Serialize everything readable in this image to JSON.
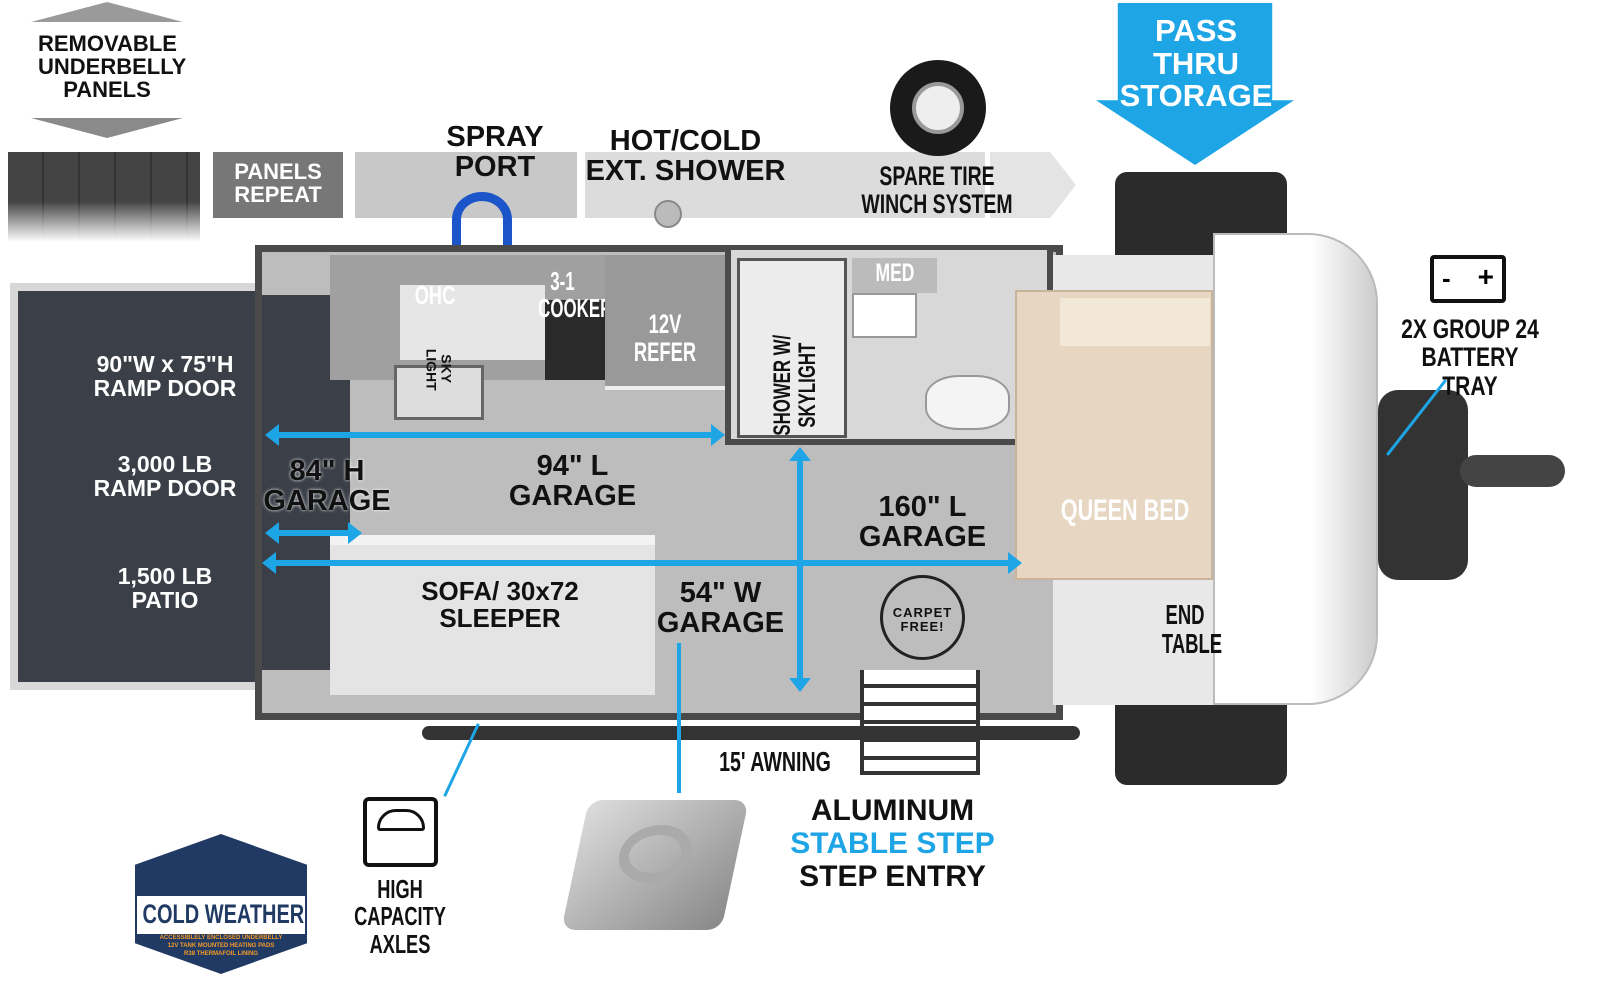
{
  "labels": {
    "underbelly": "REMOVABLE UNDERBELLY PANELS",
    "panels_repeat": "PANELS REPEAT",
    "spray_port": "SPRAY PORT",
    "ext_shower": "HOT/COLD EXT. SHOWER",
    "spare_tire": "SPARE TIRE WINCH SYSTEM",
    "pass_thru": "PASS THRU STORAGE",
    "battery": "2X GROUP 24 BATTERY TRAY",
    "battery_minus": "-",
    "battery_plus": "+",
    "ramp_door_size": "90\"W x 75\"H RAMP DOOR",
    "ramp_door_weight": "3,000 LB RAMP DOOR",
    "patio": "1,500 LB PATIO",
    "garage_height": "84\" H GARAGE",
    "garage_94": "94\" L GARAGE",
    "garage_160": "160\" L GARAGE",
    "garage_54": "54\" W GARAGE",
    "ohc": "OHC",
    "cooker": "3-1 COOKER",
    "refer": "12V REFER",
    "skylight": "SKY LIGHT",
    "shower": "SHOWER W/ SKYLIGHT",
    "med": "MED",
    "queen_bed": "QUEEN BED",
    "end_table": "END TABLE",
    "sofa": "SOFA/ 30x72 SLEEPER",
    "carpet_free": "CARPET FREE!",
    "awning": "15' AWNING",
    "step_1": "ALUMINUM",
    "step_2": "STABLE STEP",
    "step_3": "STEP ENTRY",
    "axles": "HIGH CAPACITY AXLES",
    "cold_weather": "COLD WEATHER",
    "cold_weather_lines": [
      "ACCESSIBLELY ENCLOSED UNDERBELLY",
      "12V TANK MOUNTED HEATING PADS",
      "R38 THERMAFOIL LINING"
    ]
  },
  "colors": {
    "accent_blue": "#1ea5e6",
    "ramp": "#3b4048",
    "floor": "#bdbdbd",
    "wall": "#4a4a4a",
    "bed": "#e6d6c2"
  }
}
